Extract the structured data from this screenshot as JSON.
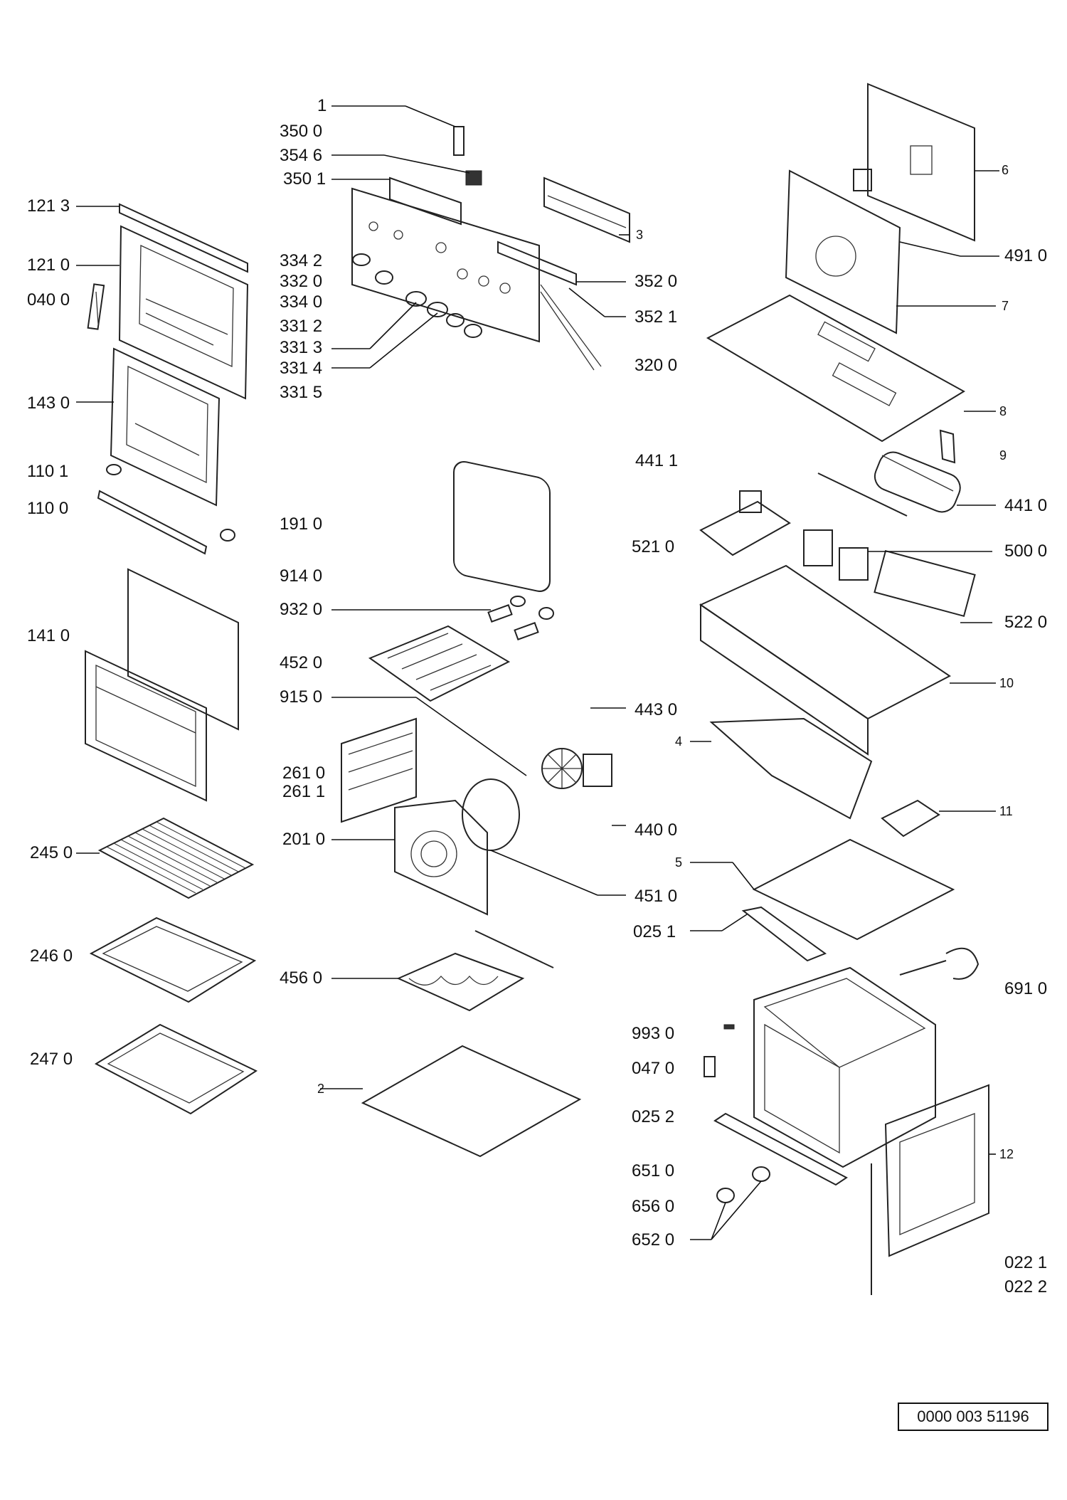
{
  "labels": {
    "l1": "1",
    "l350_0": "350 0",
    "l354_6": "354 6",
    "l350_1": "350 1",
    "l121_3": "121 3",
    "l121_0": "121 0",
    "l040_0": "040 0",
    "l334_2": "334 2",
    "l332_0": "332 0",
    "l334_0": "334 0",
    "l331_2": "331 2",
    "l331_3": "331 3",
    "l331_4": "331 4",
    "l331_5": "331 5",
    "l3": "3",
    "l352_0": "352 0",
    "l352_1": "352 1",
    "l320_0": "320 0",
    "l6": "6",
    "l491_0": "491 0",
    "l7": "7",
    "l8": "8",
    "l9": "9",
    "l143_0": "143 0",
    "l110_1": "110 1",
    "l110_0": "110 0",
    "l441_1": "441 1",
    "l441_0": "441 0",
    "l191_0": "191 0",
    "l914_0": "914 0",
    "l932_0": "932 0",
    "l452_0": "452 0",
    "l915_0": "915 0",
    "l521_0": "521 0",
    "l500_0": "500 0",
    "l522_0": "522 0",
    "l10": "10",
    "l141_0": "141 0",
    "l443_0": "443 0",
    "l4": "4",
    "l261_0": "261 0",
    "l261_1": "261 1",
    "l440_0": "440 0",
    "l201_0": "201 0",
    "l245_0": "245 0",
    "l11": "11",
    "l5": "5",
    "l451_0": "451 0",
    "l025_1": "025 1",
    "l246_0": "246 0",
    "l456_0": "456 0",
    "l691_0": "691 0",
    "l993_0": "993 0",
    "l247_0": "247 0",
    "l047_0": "047 0",
    "l2": "2",
    "l025_2": "025 2",
    "l12": "12",
    "l651_0": "651 0",
    "l656_0": "656 0",
    "l652_0": "652 0",
    "l022_1": "022 1",
    "l022_2": "022 2"
  },
  "document_id": "0000 003 51196"
}
